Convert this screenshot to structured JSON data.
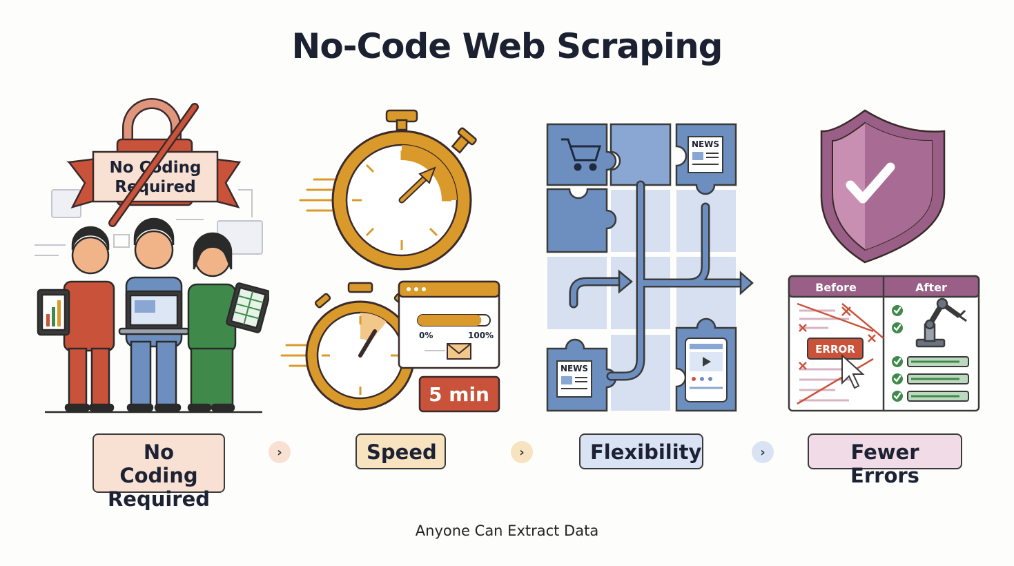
{
  "title": "No-Code Web Scraping",
  "caption": "Anyone Can Extract Data",
  "steps": [
    {
      "label_line1": "No Coding",
      "label_line2": "Required",
      "banner_line1": "No Coding",
      "banner_line2": "Required",
      "color": "#f8e0d2"
    },
    {
      "label": "Speed",
      "color": "#f7e3c0"
    },
    {
      "label": "Flexibility",
      "color": "#d9e3f3"
    },
    {
      "label": "Fewer Errors",
      "color": "#f0dbe6"
    }
  ],
  "chevron": "›",
  "speed": {
    "progress_start": "0%",
    "progress_end": "100%",
    "progress_fraction": 0.88,
    "duration": "5 min"
  },
  "flexibility": {
    "news_top": "NEWS",
    "news_bottom": "NEWS"
  },
  "errors": {
    "before": "Before",
    "after": "After",
    "error_text": "ERROR"
  },
  "colors": {
    "red": "#c9533a",
    "orange": "#d99a2b",
    "blue": "#6d8fc0",
    "purple": "#9a5f86",
    "green": "#3f8a4a"
  }
}
